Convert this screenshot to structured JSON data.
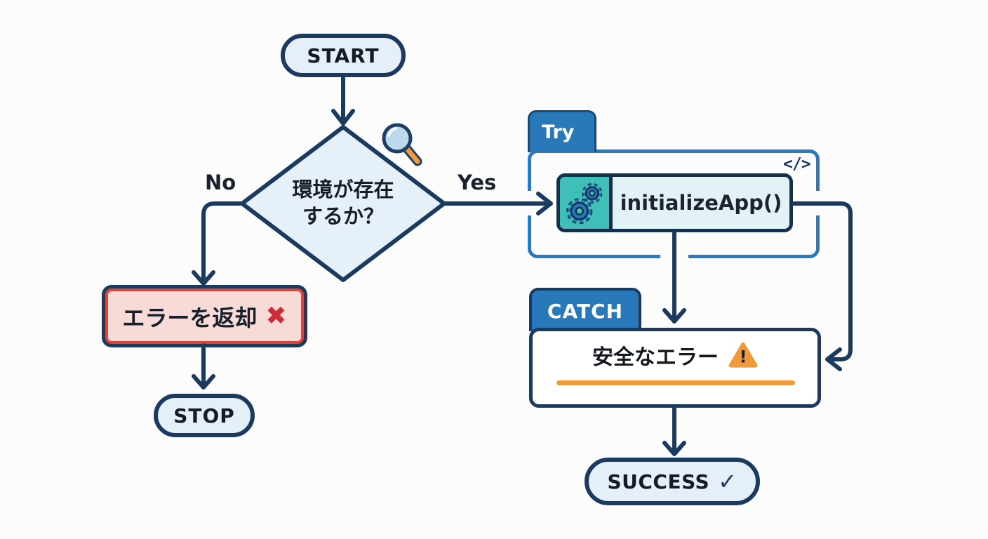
{
  "diagram": {
    "title_hint": "try-catch initialization flowchart",
    "background": "#fcfcfd",
    "colors": {
      "navy": "#1c3a5e",
      "tab_blue": "#2878ba",
      "container_blue": "#2b7abd",
      "light_blue_fill": "#e4eff8",
      "teal": "#3fbfb8",
      "gear_blue": "#2e77b5",
      "orange": "#ef9a3d",
      "red_border": "#d9453c",
      "red_fill": "#f8dad6",
      "red_cross": "#cc2d38",
      "text_dark": "#1d2330"
    },
    "nodes": {
      "start": {
        "label": "START"
      },
      "decision": {
        "line1": "環境が存在",
        "line2": "するか？"
      },
      "error": {
        "label": "エラーを返却",
        "icon": "✖"
      },
      "stop": {
        "label": "STOP"
      },
      "process": {
        "label": "initializeApp()"
      },
      "safe_error": {
        "label": "安全なエラー",
        "icon": "!"
      },
      "success": {
        "label": "SUCCESS",
        "icon": "✓"
      }
    },
    "groups": {
      "try": {
        "tab": "Try",
        "code_icon": "</>"
      },
      "catch": {
        "tab": "CATCH"
      }
    },
    "edges": {
      "no": "No",
      "yes": "Yes"
    }
  }
}
